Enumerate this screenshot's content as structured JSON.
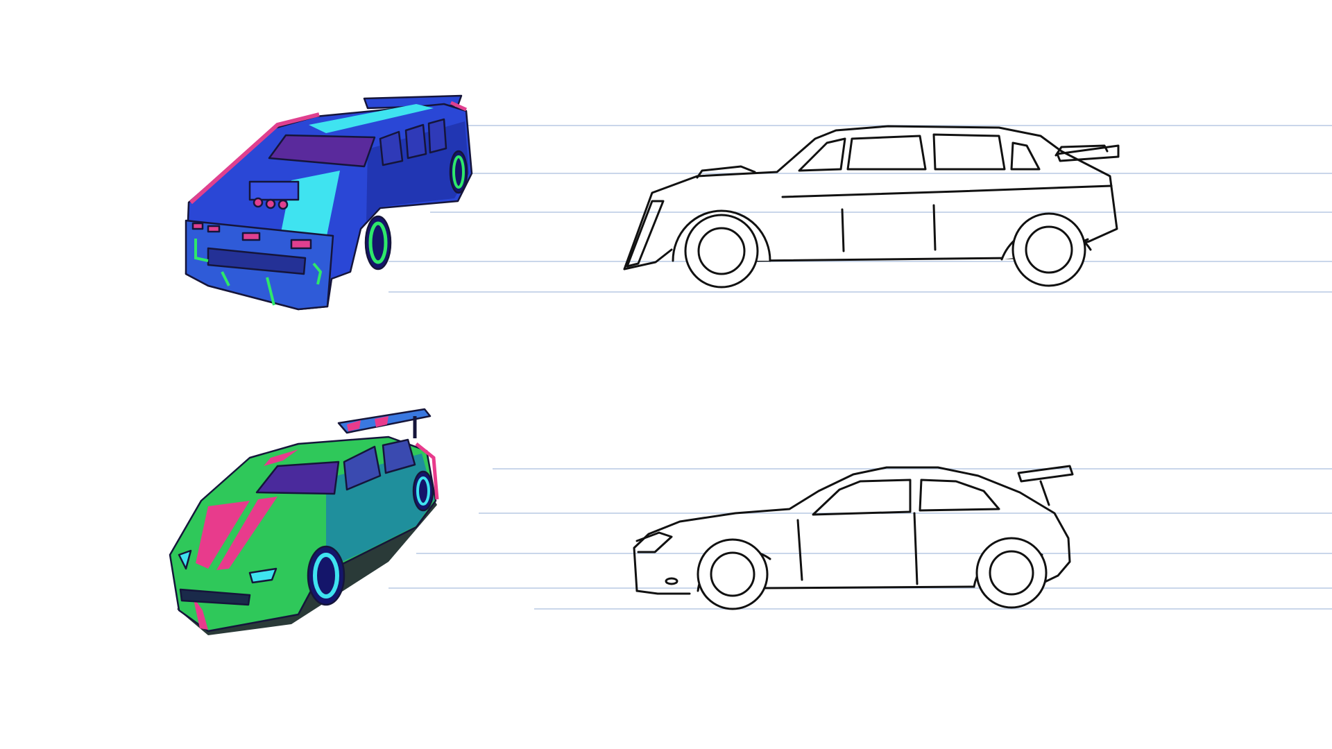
{
  "palette": {
    "guide_line": "#c9d6ea",
    "sketch_ink": "#111111",
    "limo_body": "#2a47d6",
    "limo_stripe": "#3fe3f0",
    "limo_trim": "#e0408f",
    "limo_glass": "#5a2a9c",
    "limo_wheel_glow": "#2ee86a",
    "sedan_body": "#2fc85a",
    "sedan_shade": "#1f8f9c",
    "sedan_stripe": "#e83b8c",
    "sedan_glass": "#4a2a9c",
    "sedan_wheel_glow": "#3fe3f0",
    "sedan_wing": "#3a78e0"
  },
  "artwork": [
    {
      "id": "limo",
      "style": "colored-illustration"
    },
    {
      "id": "limo",
      "style": "line-sketch"
    },
    {
      "id": "sedan",
      "style": "colored-illustration"
    },
    {
      "id": "sedan",
      "style": "line-sketch"
    }
  ]
}
